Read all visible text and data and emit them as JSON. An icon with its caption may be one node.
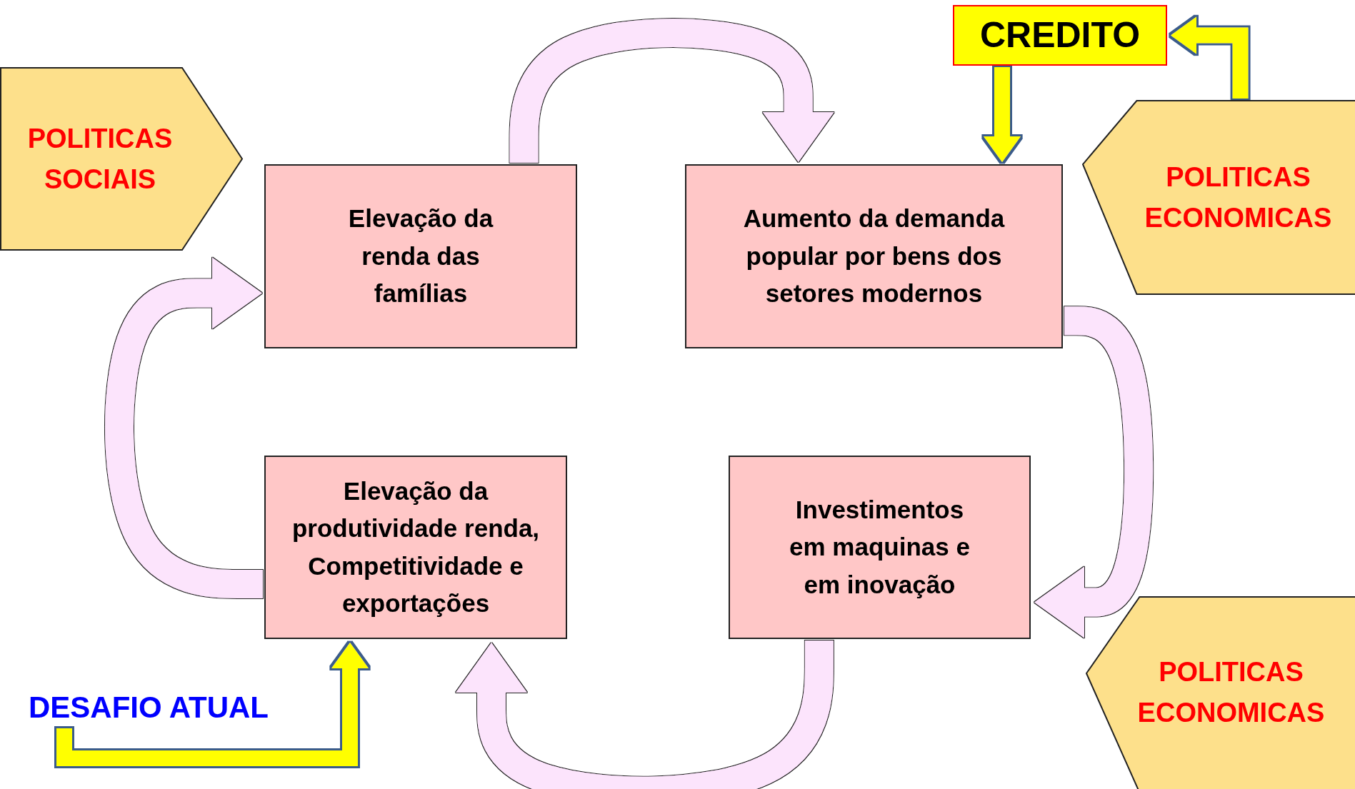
{
  "diagram": {
    "nodes": [
      {
        "text": [
          "POLITICAS SOCIAIS"
        ]
      },
      {
        "text": [
          "Elevação da renda das famílias"
        ]
      },
      {
        "text": [
          "CREDITO"
        ]
      },
      {
        "text": [
          "POLITICAS ECONOMICAS"
        ]
      },
      {
        "text": [
          "Aumento da demanda popular por bens dos setores modernos"
        ]
      },
      {
        "text": [
          "Elevação da produtividade renda, Competitividade e exportações"
        ]
      },
      {
        "text": [
          "Investimentos em maquinas e em inovação"
        ]
      },
      {
        "text": [
          "DESAFIO ATUAL"
        ]
      },
      {
        "text": [
          "POLITICAS ECONOMICAS"
        ]
      }
    ],
    "edges": [
      {
        "from": 1,
        "to": 4,
        "arrow": "to"
      },
      {
        "from": 4,
        "to": 6,
        "arrow": "to"
      },
      {
        "from": 6,
        "to": 5,
        "arrow": "to"
      },
      {
        "from": 5,
        "to": 1,
        "arrow": "to"
      },
      {
        "from": 2,
        "to": 4,
        "arrow": "to",
        "color": "#ffff00"
      },
      {
        "from": 3,
        "to": 2,
        "arrow": "to",
        "color": "#ffff00"
      },
      {
        "from": 7,
        "to": 5,
        "arrow": "to",
        "color": "#ffff00"
      }
    ]
  }
}
